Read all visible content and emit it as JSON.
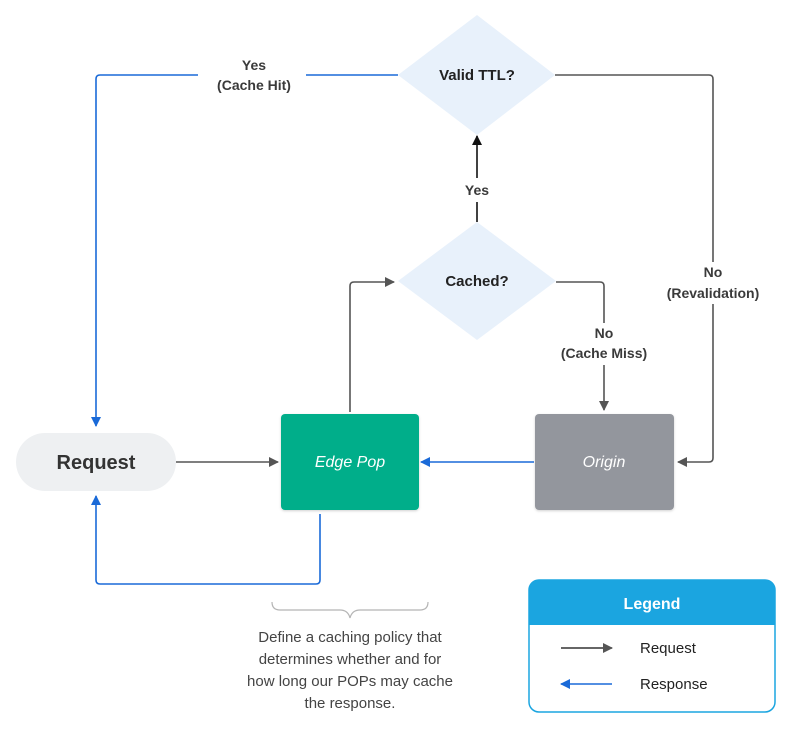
{
  "nodes": {
    "valid_ttl": "Valid TTL?",
    "cached": "Cached?",
    "request": "Request",
    "edge_pop": "Edge Pop",
    "origin": "Origin"
  },
  "edges": {
    "cache_hit_yes": "Yes",
    "cache_hit_sub": "(Cache Hit)",
    "cached_yes": "Yes",
    "cache_miss_no": "No",
    "cache_miss_sub": "(Cache Miss)",
    "revalidation_no": "No",
    "revalidation_sub": "(Revalidation)"
  },
  "note": {
    "line1": "Define a caching policy that",
    "line2": "determines whether and for",
    "line3": "how long our POPs may cache",
    "line4": "the response."
  },
  "legend": {
    "title": "Legend",
    "request_label": "Request",
    "response_label": "Response"
  },
  "colors": {
    "request_arrow": "#555555",
    "response_arrow": "#1a6ad8",
    "diamond_fill": "#e8f1fb",
    "edge_pop_fill": "#00ae8a",
    "origin_fill": "#93969d",
    "request_fill": "#eef0f2",
    "legend_header": "#1ba5e0"
  }
}
